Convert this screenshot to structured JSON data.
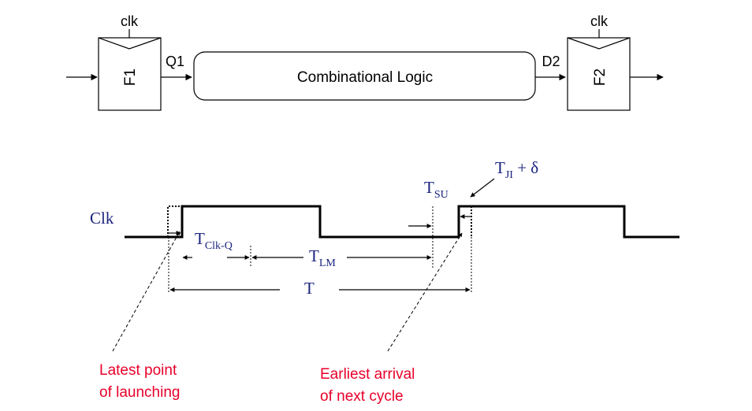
{
  "circuit": {
    "flop1": {
      "clock_label": "clk",
      "name": "F1",
      "output_label": "Q1"
    },
    "logic_label": "Combinational Logic",
    "flop2": {
      "clock_label": "clk",
      "name": "F2",
      "input_label": "D2"
    }
  },
  "timing": {
    "clock_label": "Clk",
    "t_clk_q": {
      "main": "T",
      "sub": "Clk-Q"
    },
    "t_lm": {
      "main": "T",
      "sub": "LM"
    },
    "t_period": "T",
    "t_su": {
      "main": "T",
      "sub": "SU"
    },
    "t_ji": {
      "main": "T",
      "sub": "JI",
      "suffix": " + δ"
    }
  },
  "annotations": {
    "latest_launch": [
      "Latest point",
      "of launching"
    ],
    "earliest_arrival": [
      "Earliest arrival",
      "of next cycle"
    ],
    "color": "#e8002a"
  },
  "colors": {
    "stroke": "#000000",
    "label_blue": "#1a237e"
  }
}
